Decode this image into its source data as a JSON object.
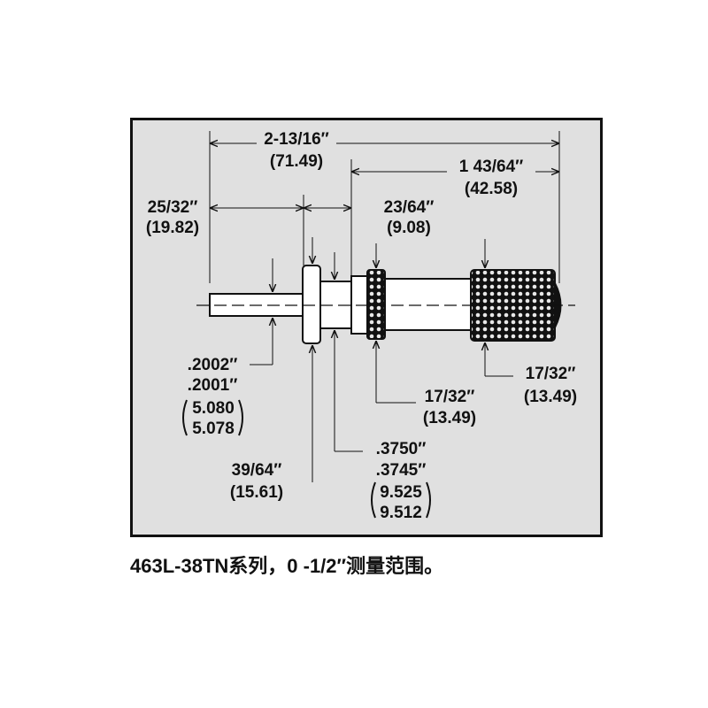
{
  "labels": {
    "overall_length": "2-13/16″",
    "overall_length_mm": "(71.49)",
    "thimble_length": "1 43/64″",
    "thimble_length_mm": "(42.58)",
    "spindle_to_flange": "25/32″",
    "spindle_to_flange_mm": "(19.82)",
    "flange_gap": "23/64″",
    "flange_gap_mm": "(9.08)",
    "spindle_dia_1": ".2002″",
    "spindle_dia_2": ".2001″",
    "spindle_dia_mm_1": "5.080",
    "spindle_dia_mm_2": "5.078",
    "flange_dia": "39/64″",
    "flange_dia_mm": "(15.61)",
    "stem_dia_1": ".3750″",
    "stem_dia_2": ".3745″",
    "stem_dia_mm_1": "9.525",
    "stem_dia_mm_2": "9.512",
    "knurl_dia": "17/32″",
    "knurl_dia_mm": "(13.49)",
    "thimble_dia": "17/32″",
    "thimble_dia_mm": "(13.49)"
  },
  "caption": "463L-38TN系列，0 -1/2″测量范围。",
  "colors": {
    "background": "#e0e0e0",
    "ink": "#111111"
  }
}
